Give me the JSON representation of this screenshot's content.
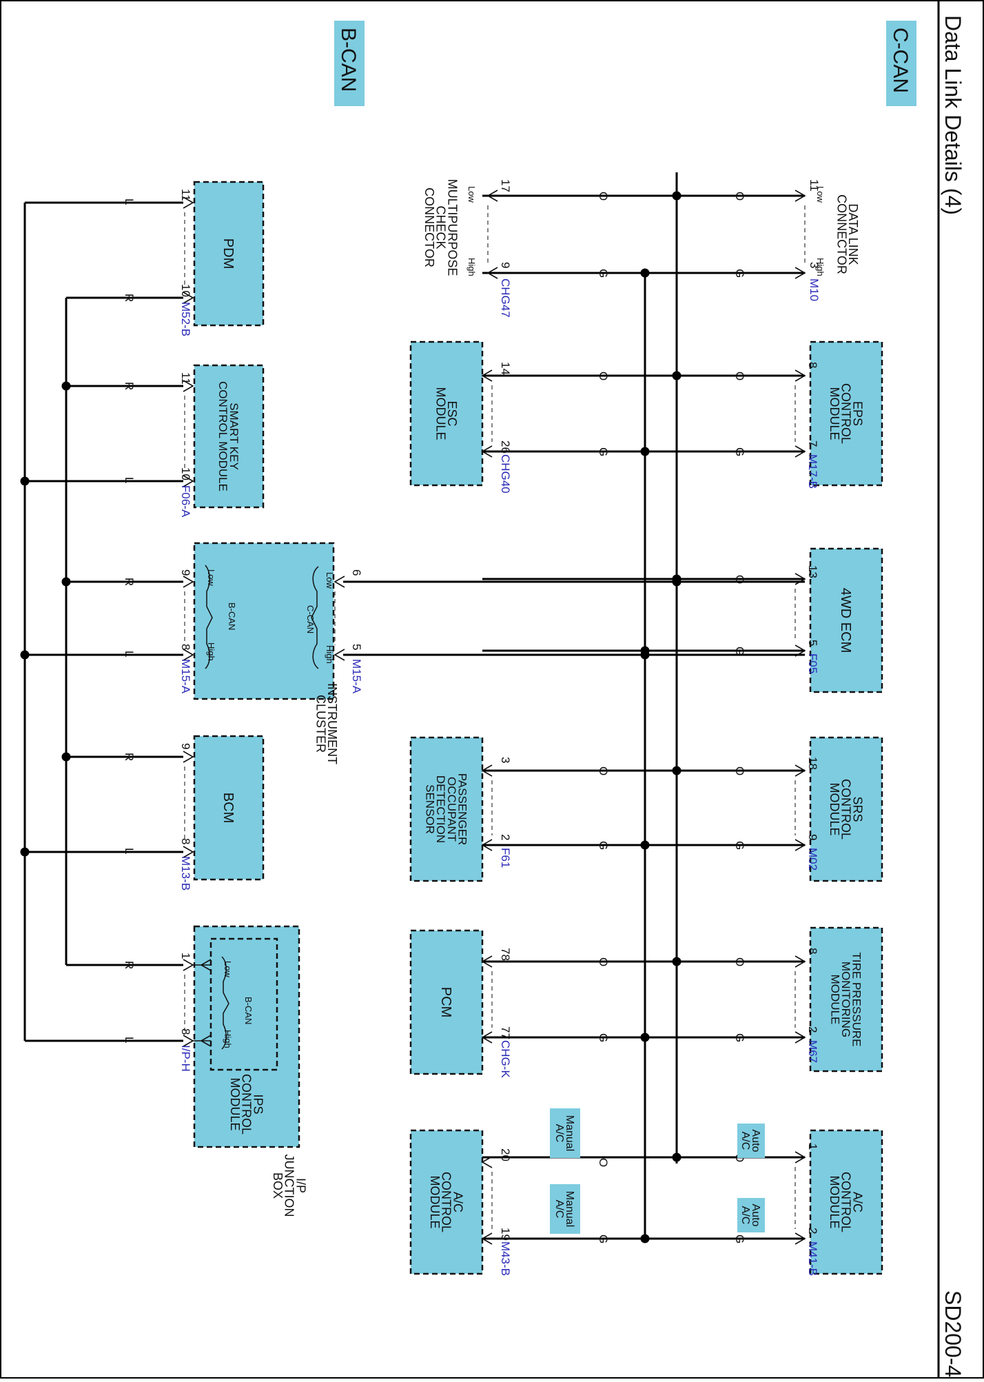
{
  "header": {
    "title": "Data Link Details (4)",
    "page_code": "SD200-4"
  },
  "sections": {
    "c_can": "C-CAN",
    "b_can": "B-CAN"
  },
  "wire_colors": {
    "o": "O",
    "g": "G",
    "l": "L",
    "r": "R"
  },
  "pin_labels": {
    "low": "Low",
    "high": "High"
  },
  "modules": {
    "data_link_connector": {
      "lines": [
        "DATA LINK",
        "CONNECTOR"
      ],
      "connector": "M10",
      "pin_low": "11",
      "pin_high": "3"
    },
    "multipurpose_check_connector": {
      "lines": [
        "MULTIPURPOSE",
        "CHECK",
        "CONNECTOR"
      ],
      "connector": "CHG47",
      "pin_low": "17",
      "pin_high": "9"
    },
    "eps": {
      "lines": [
        "EPS",
        "CONTROL",
        "MODULE"
      ],
      "connector": "M17-B",
      "pin_o": "8",
      "pin_g": "7"
    },
    "esc": {
      "lines": [
        "ESC",
        "MODULE"
      ],
      "connector": "CHG40",
      "pin_o": "14",
      "pin_g": "26"
    },
    "fourwd": {
      "lines": [
        "4WD ECM"
      ],
      "connector": "F05",
      "pin_o": "13",
      "pin_g": "5"
    },
    "srs": {
      "lines": [
        "SRS",
        "CONTROL",
        "MODULE"
      ],
      "connector": "M02",
      "pin_o": "18",
      "pin_g": "9"
    },
    "pods": {
      "lines": [
        "PASSENGER",
        "OCCUPANT",
        "DETECTION",
        "SENSOR"
      ],
      "connector": "F61",
      "pin_o": "3",
      "pin_g": "2"
    },
    "tpms": {
      "lines": [
        "TIRE PRESSURE",
        "MONITORING",
        "MODULE"
      ],
      "connector": "M67",
      "pin_o": "8",
      "pin_g": "2"
    },
    "pcm": {
      "lines": [
        "PCM"
      ],
      "connector": "CHG-K",
      "pin_o": "78",
      "pin_g": "77"
    },
    "ac_auto": {
      "lines": [
        "A/C",
        "CONTROL",
        "MODULE"
      ],
      "connector": "M41-B",
      "pin_o": "1",
      "pin_g": "2",
      "tag": [
        "Auto",
        "A/C"
      ]
    },
    "ac_manual": {
      "lines": [
        "A/C",
        "CONTROL",
        "MODULE"
      ],
      "connector": "M43-B",
      "pin_o": "20",
      "pin_g": "19",
      "tag": [
        "Manual",
        "A/C"
      ]
    },
    "pdm": {
      "lines": [
        "PDM"
      ],
      "connector": "M52-B",
      "pin_l": "11",
      "pin_r": "10"
    },
    "smart_key": {
      "lines": [
        "SMART KEY",
        "CONTROL MODULE"
      ],
      "connector": "F06-A",
      "pin_r": "11",
      "pin_l": "10"
    },
    "instrument_cluster": {
      "lines": [
        "INSTRUMENT",
        "CLUSTER"
      ],
      "c_can": "C-CAN",
      "b_can": "B-CAN",
      "c_connector": "M15-A",
      "b_connector": "M15-A",
      "c_pin_low": "6",
      "c_pin_high": "5",
      "b_pin_low": "9",
      "b_pin_high": "8"
    },
    "bcm": {
      "lines": [
        "BCM"
      ],
      "connector": "M13-B",
      "pin_r": "9",
      "pin_l": "8"
    },
    "ips": {
      "lines": [
        "IPS",
        "CONTROL",
        "MODULE"
      ],
      "junction": [
        "I/P",
        "JUNCTION",
        "BOX"
      ],
      "b_can": "B-CAN",
      "connector": "I/P-H",
      "pin_r": "1",
      "pin_l": "8"
    }
  },
  "colors": {
    "module_fill": "#7ecce0",
    "tag_fill": "#7ecce0",
    "wire": "#000000",
    "connector_text": "#2b2bb8",
    "text": "#111111"
  }
}
